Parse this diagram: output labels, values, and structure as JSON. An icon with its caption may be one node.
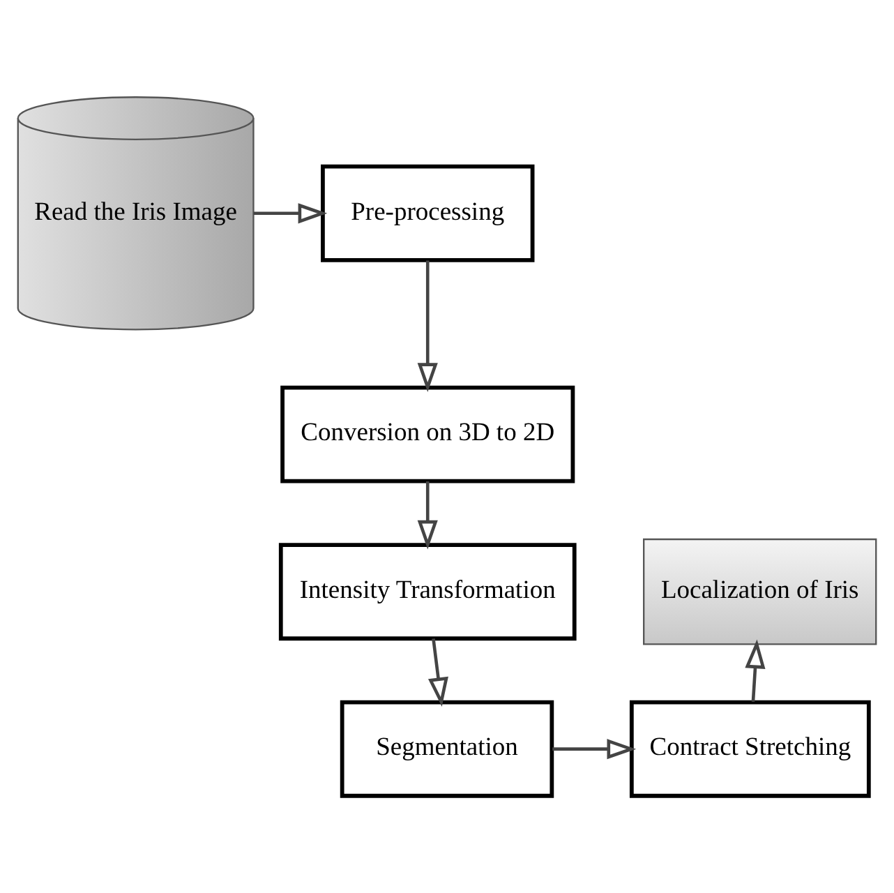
{
  "diagram": {
    "nodes": [
      {
        "text": [
          "Read the Iris Image"
        ]
      },
      {
        "text": [
          "Pre-processing"
        ]
      },
      {
        "text": [
          "Conversion on 3D to 2D"
        ]
      },
      {
        "text": [
          "Intensity Transformation"
        ]
      },
      {
        "text": [
          "Segmentation"
        ]
      },
      {
        "text": [
          "Contract Stretching"
        ]
      },
      {
        "text": [
          "Localization of Iris"
        ]
      }
    ],
    "edges": [
      {
        "from": 0,
        "to": 1,
        "arrow": "to"
      },
      {
        "from": 1,
        "to": 2,
        "arrow": "to"
      },
      {
        "from": 2,
        "to": 3,
        "arrow": "to"
      },
      {
        "from": 3,
        "to": 4,
        "arrow": "to"
      },
      {
        "from": 4,
        "to": 5,
        "arrow": "to"
      },
      {
        "from": 5,
        "to": 6,
        "arrow": "to"
      }
    ]
  }
}
